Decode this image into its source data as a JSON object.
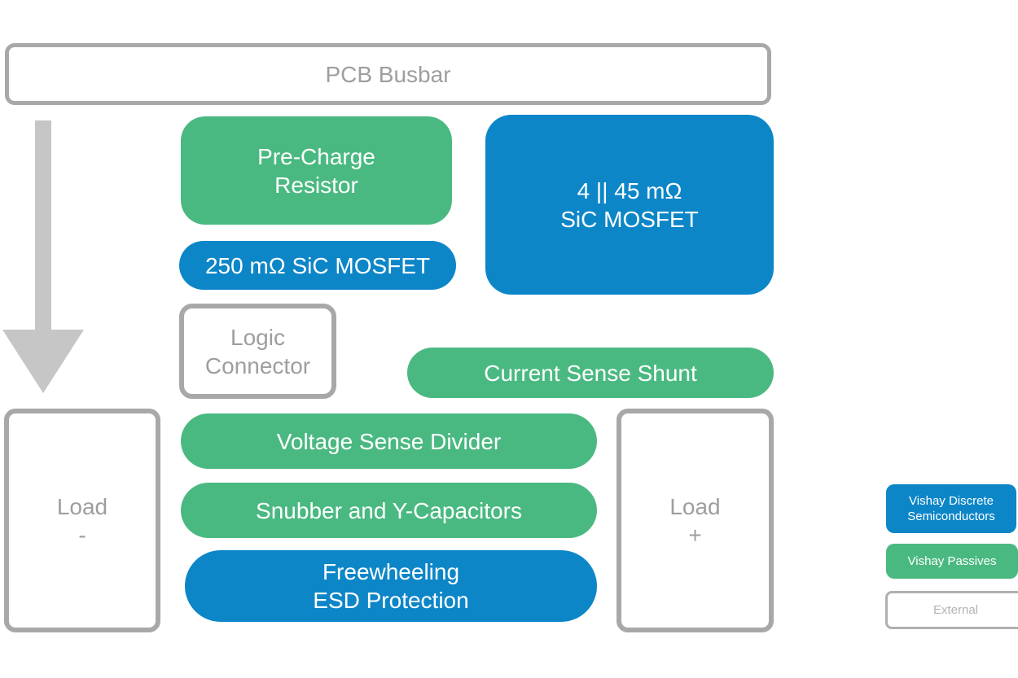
{
  "blocks": {
    "pcb_busbar": {
      "label": "PCB Busbar"
    },
    "pre_charge": {
      "line1": "Pre-Charge",
      "line2": "Resistor"
    },
    "mosfet_main": {
      "line1": "4 || 45 mΩ",
      "line2": "SiC MOSFET"
    },
    "mosfet_250": {
      "label": "250 mΩ SiC MOSFET"
    },
    "logic_connector": {
      "line1": "Logic",
      "line2": "Connector"
    },
    "current_shunt": {
      "label": "Current Sense Shunt"
    },
    "load_minus": {
      "line1": "Load",
      "line2": "-"
    },
    "voltage_divider": {
      "label": "Voltage Sense Divider"
    },
    "snubber": {
      "label": "Snubber and Y-Capacitors"
    },
    "freewheeling": {
      "line1": "Freewheeling",
      "line2": "ESD Protection"
    },
    "load_plus": {
      "line1": "Load",
      "line2": "+"
    }
  },
  "legend": {
    "discrete": {
      "line1": "Vishay Discrete",
      "line2": "Semiconductors"
    },
    "passives": {
      "label": "Vishay Passives"
    },
    "external": {
      "label": "External"
    }
  },
  "colors": {
    "vishay_blue": "#0d86c8",
    "vishay_green": "#4ab981",
    "outline_gray": "#a8a8a8",
    "text_gray": "#9e9e9e",
    "arrow_gray": "#c6c6c6"
  }
}
